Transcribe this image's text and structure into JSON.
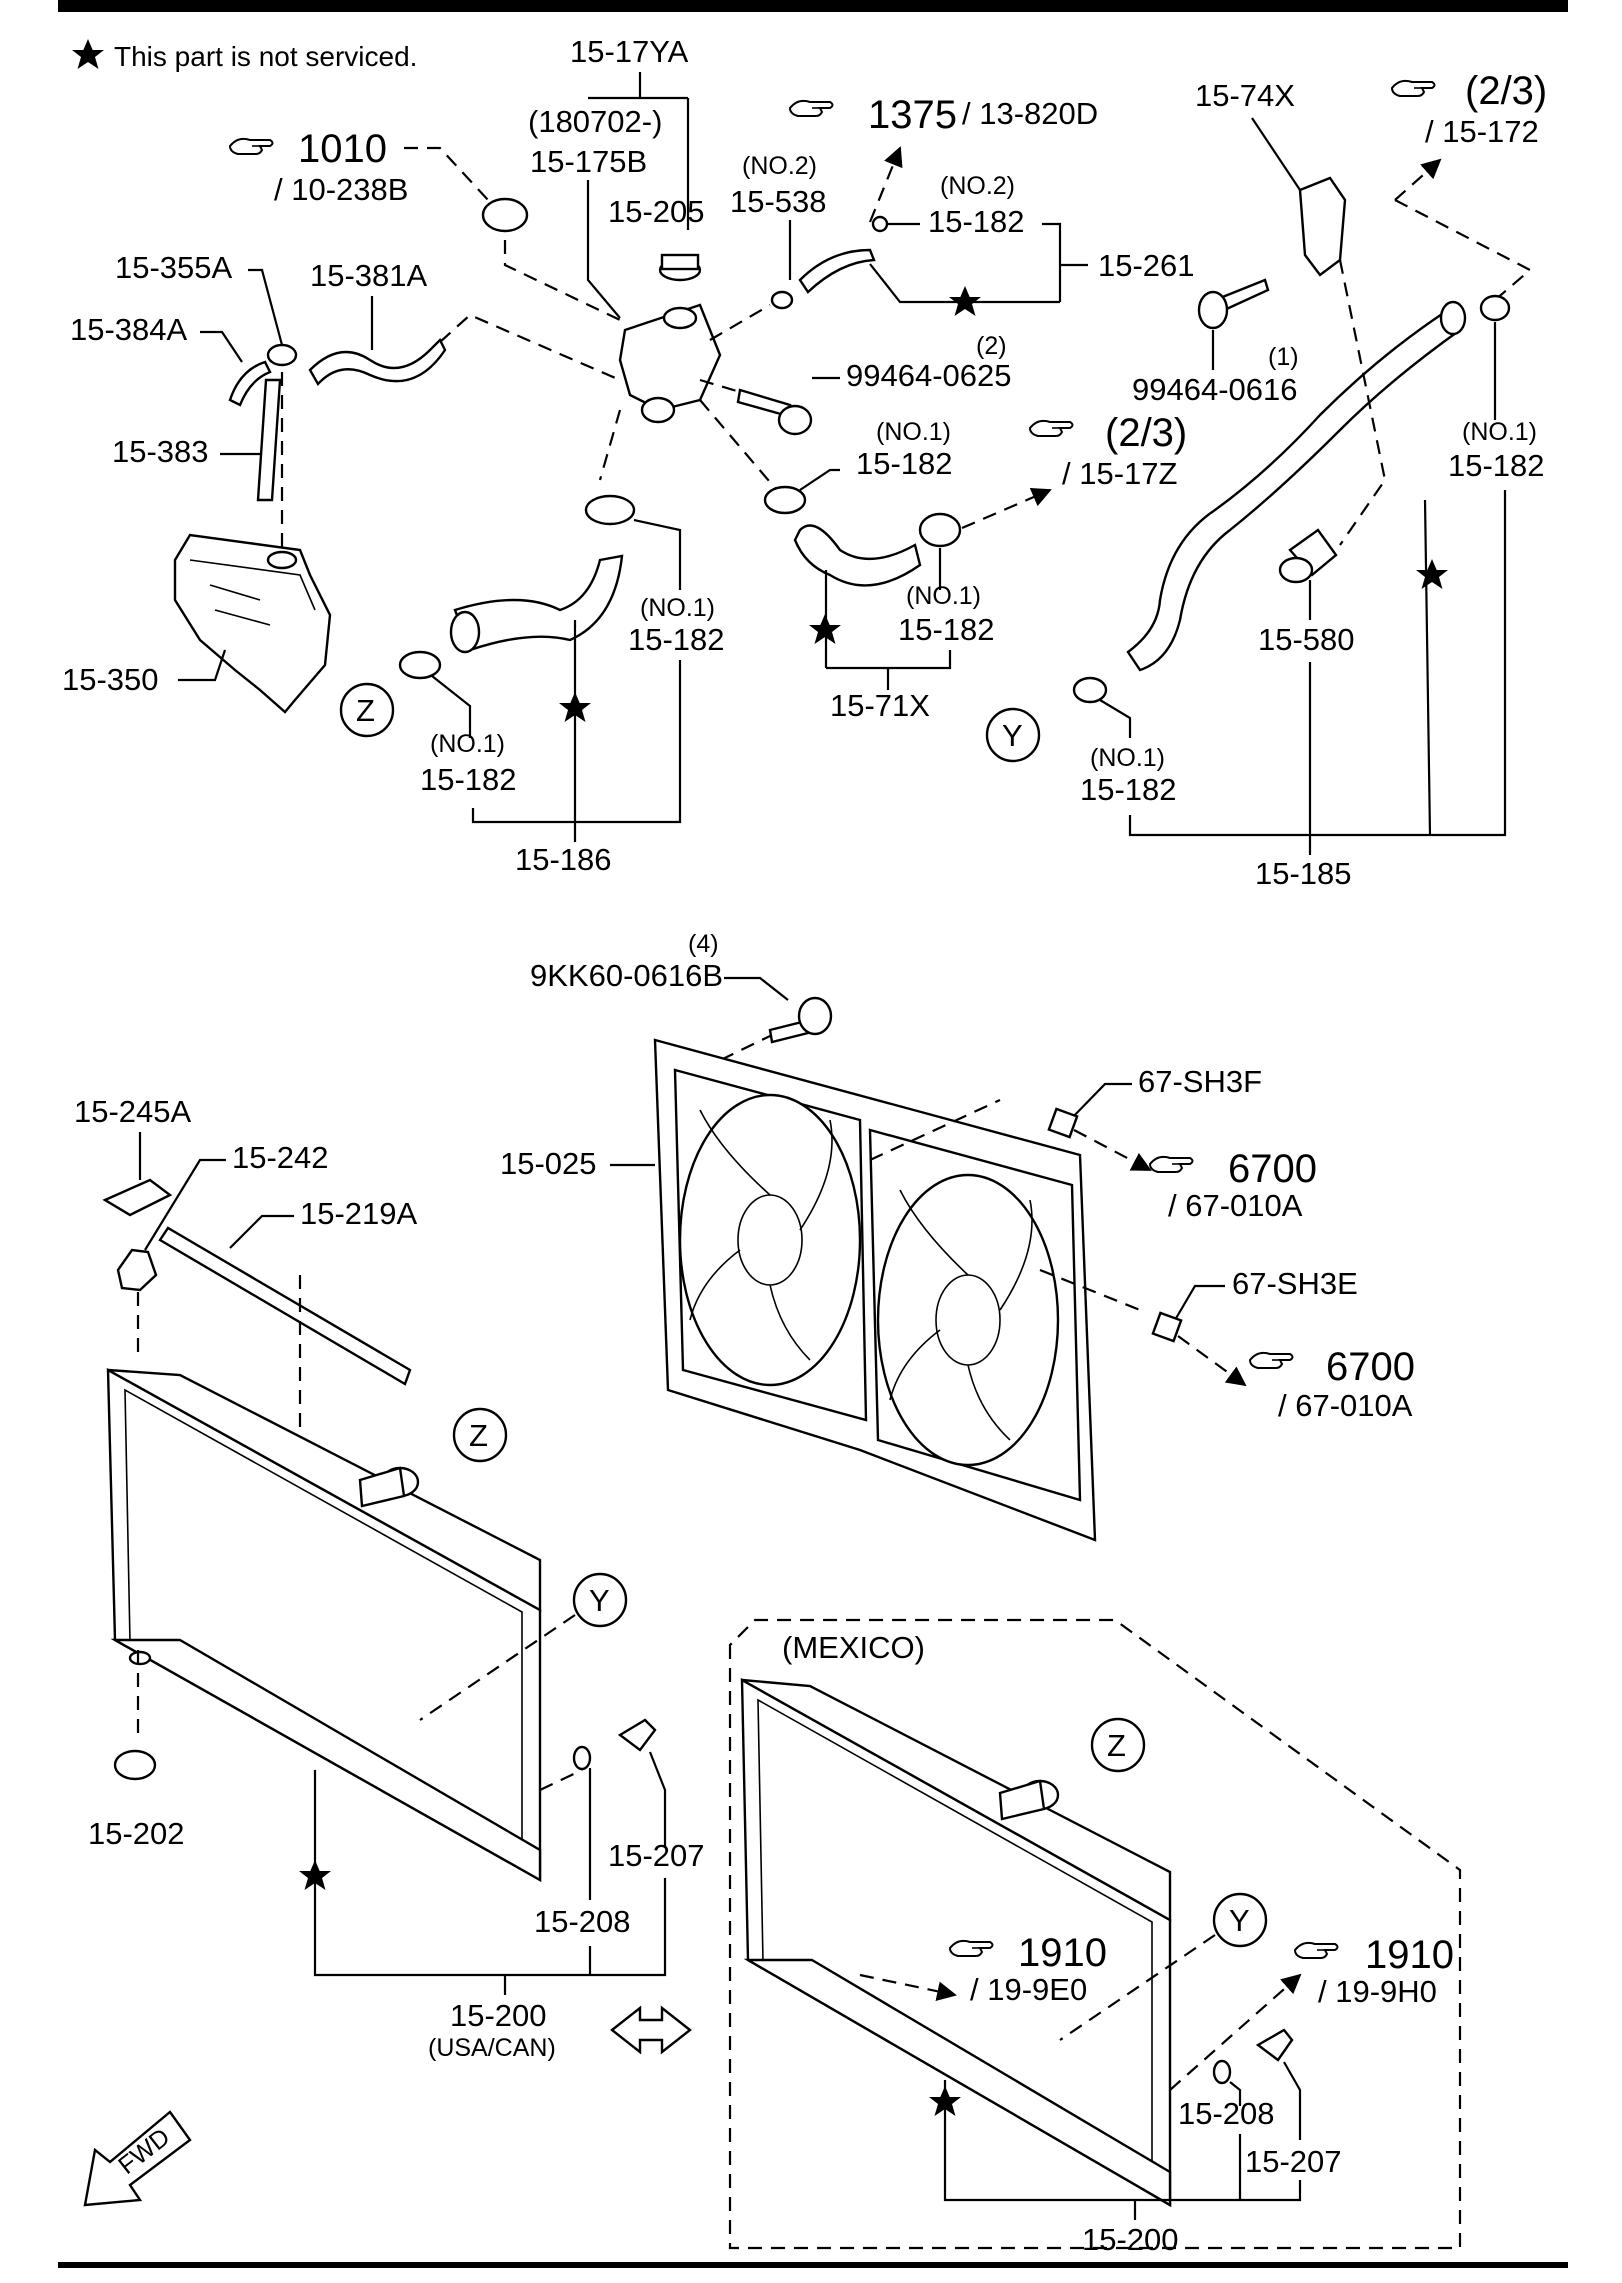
{
  "note": {
    "text": "This part is not serviced."
  },
  "labels": {
    "p15_17YA": "15-17YA",
    "p180702": "(180702-)",
    "p15_175B": "15-175B",
    "p15_205": "15-205",
    "no2_a": "(NO.2)",
    "p15_538": "15-538",
    "ref1375_num": "1375",
    "ref1375_sub": "/ 13-820D",
    "no2_b": "(NO.2)",
    "p15_182_a": "15-182",
    "p15_261": "15-261",
    "p15_74X": "15-74X",
    "ref23_a_num": "(2/3)",
    "ref23_a_sub": "/ 15-172",
    "ref1010_num": "1010",
    "ref1010_sub": "/ 10-238B",
    "p15_355A": "15-355A",
    "p15_381A": "15-381A",
    "p15_384A": "15-384A",
    "p15_383": "15-383",
    "p15_350": "15-350",
    "qty2": "(2)",
    "p99464_0625": "99464-0625",
    "qty1": "(1)",
    "p99464_0616": "99464-0616",
    "no1_a": "(NO.1)",
    "p15_182_b": "15-182",
    "ref23_b_num": "(2/3)",
    "ref23_b_sub": "/ 15-17Z",
    "no1_b": "(NO.1)",
    "p15_182_c": "15-182",
    "no1_c": "(NO.1)",
    "p15_182_d": "15-182",
    "p15_71X": "15-71X",
    "no1_d": "(NO.1)",
    "p15_182_e": "15-182",
    "p15_186": "15-186",
    "no1_e": "(NO.1)",
    "p15_182_f": "15-182",
    "p15_580": "15-580",
    "no1_f": "(NO.1)",
    "p15_182_g": "15-182",
    "p15_185": "15-185",
    "z": "Z",
    "y": "Y",
    "qty4": "(4)",
    "p9KK60": "9KK60-0616B",
    "p67_SH3F": "67-SH3F",
    "p15_025": "15-025",
    "ref6700_a_num": "6700",
    "ref6700_a_sub": "/ 67-010A",
    "p67_SH3E": "67-SH3E",
    "ref6700_b_num": "6700",
    "ref6700_b_sub": "/ 67-010A",
    "p15_245A": "15-245A",
    "p15_242": "15-242",
    "p15_219A": "15-219A",
    "p15_202": "15-202",
    "p15_207_a": "15-207",
    "p15_208_a": "15-208",
    "p15_200_a": "15-200",
    "usa_can": "(USA/CAN)",
    "mexico": "(MEXICO)",
    "ref1910_a_num": "1910",
    "ref1910_a_sub": "/ 19-9E0",
    "ref1910_b_num": "1910",
    "ref1910_b_sub": "/ 19-9H0",
    "p15_208_b": "15-208",
    "p15_207_b": "15-207",
    "p15_200_b": "15-200",
    "fwd": "FWD"
  }
}
